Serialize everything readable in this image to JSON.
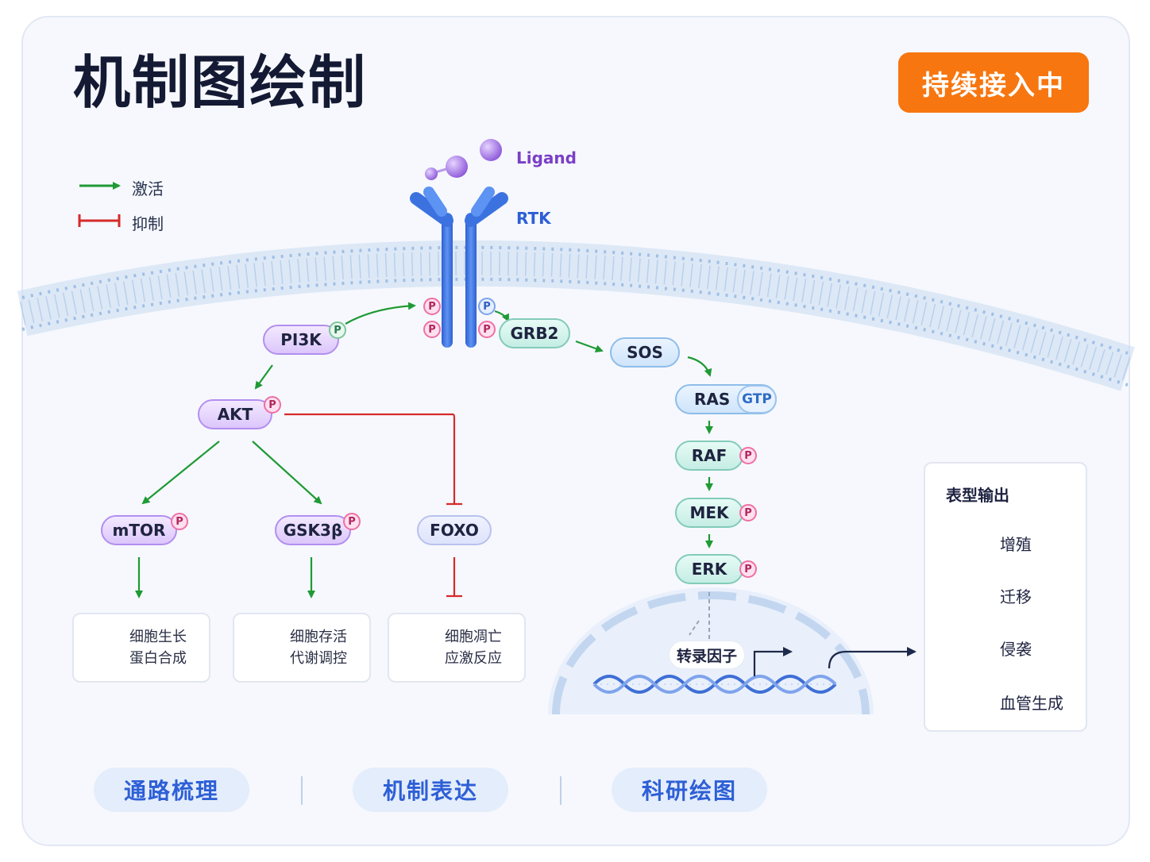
{
  "header": {
    "title": "机制图绘制",
    "badge": "持续接入中"
  },
  "legend": {
    "activate": "激活",
    "inhibit": "抑制"
  },
  "labels": {
    "ligand": "Ligand",
    "rtk": "RTK"
  },
  "phospho": "P",
  "nodes": {
    "pi3k": "PI3K",
    "akt": "AKT",
    "mtor": "mTOR",
    "gsk3b": "GSK3β",
    "foxo": "FOXO",
    "grb2": "GRB2",
    "sos": "SOS",
    "ras": "RAS",
    "gtp": "GTP",
    "raf": "RAF",
    "mek": "MEK",
    "erk": "ERK",
    "tf": "转录因子"
  },
  "outcomes": [
    {
      "line1": "细胞生长",
      "line2": "蛋白合成"
    },
    {
      "line1": "细胞存活",
      "line2": "代谢调控"
    },
    {
      "line1": "细胞凋亡",
      "line2": "应激反应"
    }
  ],
  "phenotype": {
    "title": "表型输出",
    "items": [
      "增殖",
      "迁移",
      "侵袭",
      "血管生成"
    ]
  },
  "footer": {
    "tags": [
      "通路梳理",
      "机制表达",
      "科研绘图"
    ]
  },
  "colors": {
    "activate": "#1f9a35",
    "inhibit": "#d62a2a",
    "accent": "#f7760f",
    "receptor": "#3b72e0"
  }
}
